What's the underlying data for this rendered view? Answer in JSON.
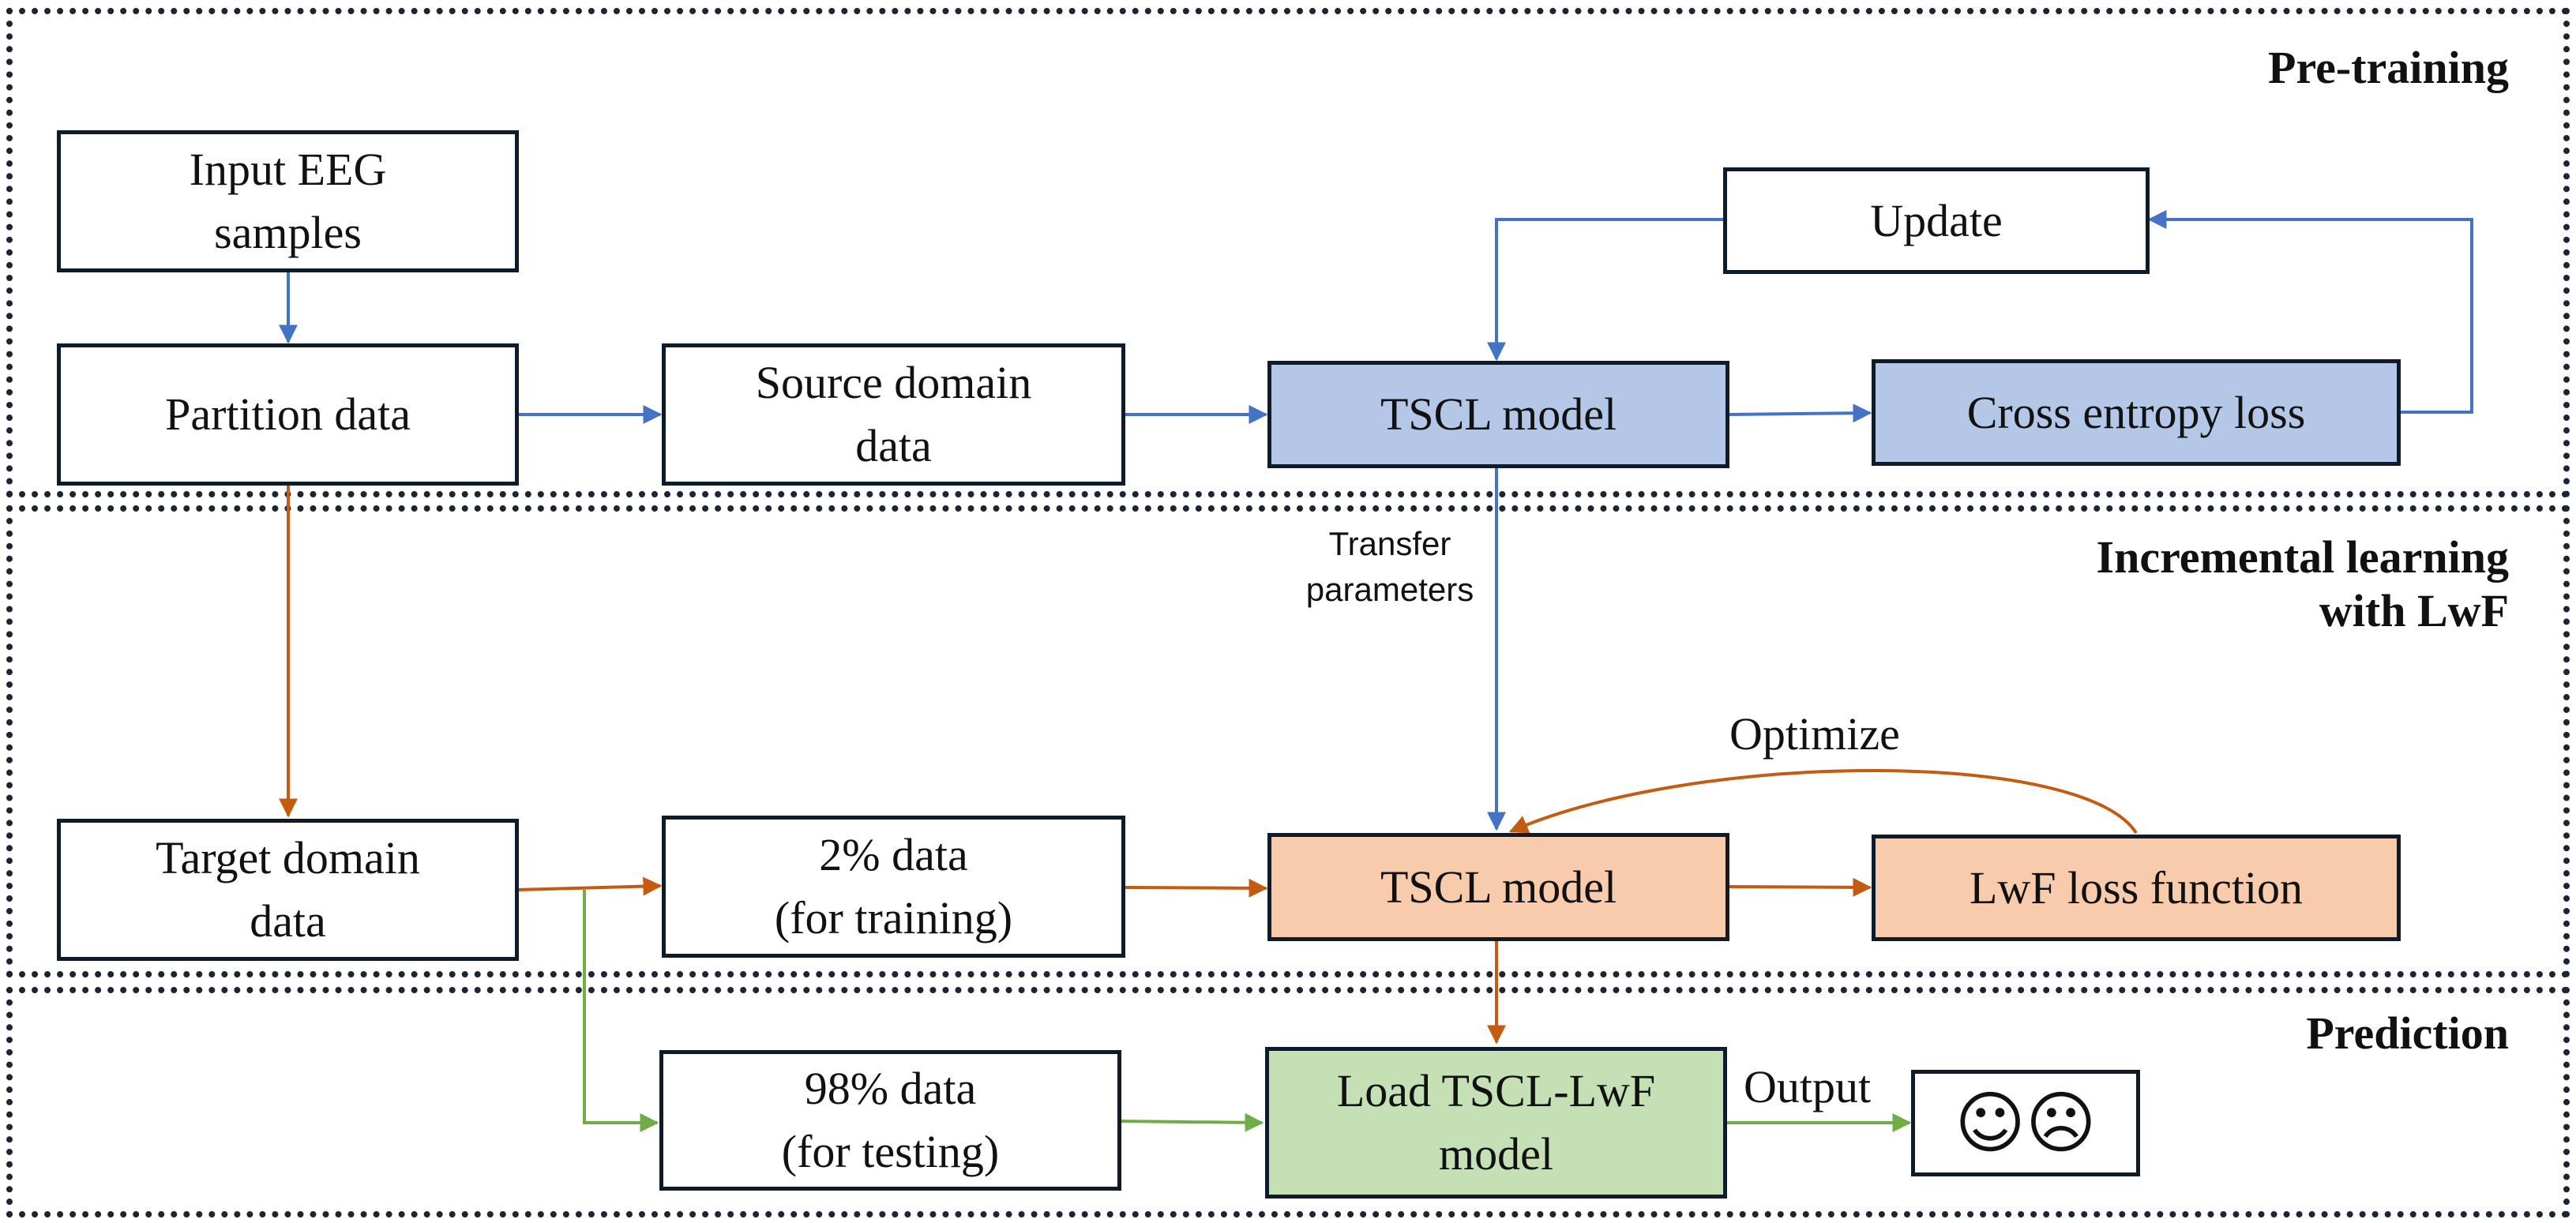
{
  "sections": {
    "pretraining": {
      "title": "Pre-training"
    },
    "incremental": {
      "title_line1": "Incremental learning",
      "title_line2": "with LwF"
    },
    "prediction": {
      "title": "Prediction"
    }
  },
  "nodes": {
    "input_eeg": {
      "line1": "Input EEG",
      "line2": "samples"
    },
    "partition": {
      "label": "Partition data"
    },
    "source_domain": {
      "line1": "Source domain",
      "line2": "data"
    },
    "tscl_pre": {
      "label": "TSCL model"
    },
    "cross_entropy": {
      "label": "Cross entropy loss"
    },
    "update": {
      "label": "Update"
    },
    "target_domain": {
      "line1": "Target domain",
      "line2": "data"
    },
    "train_data": {
      "line1": "2% data",
      "line2": "(for training)"
    },
    "tscl_inc": {
      "label": "TSCL model"
    },
    "lwf_loss": {
      "label": "LwF loss function"
    },
    "test_data": {
      "line1": "98% data",
      "line2": "(for testing)"
    },
    "load_model": {
      "line1": "Load TSCL-LwF",
      "line2": "model"
    },
    "output_faces": {
      "happy": "☺",
      "sad": "☹"
    }
  },
  "edge_labels": {
    "transfer_line1": "Transfer",
    "transfer_line2": "parameters",
    "optimize": "Optimize",
    "output": "Output"
  },
  "colors": {
    "pretraining_flow": "#4472c4",
    "incremental_flow": "#c55a11",
    "prediction_flow": "#70ad47",
    "tscl_pre_fill": "#b4c7e7",
    "tscl_inc_fill": "#f8cbad",
    "load_model_fill": "#c5e0b4",
    "section_border": "#1f2433"
  }
}
